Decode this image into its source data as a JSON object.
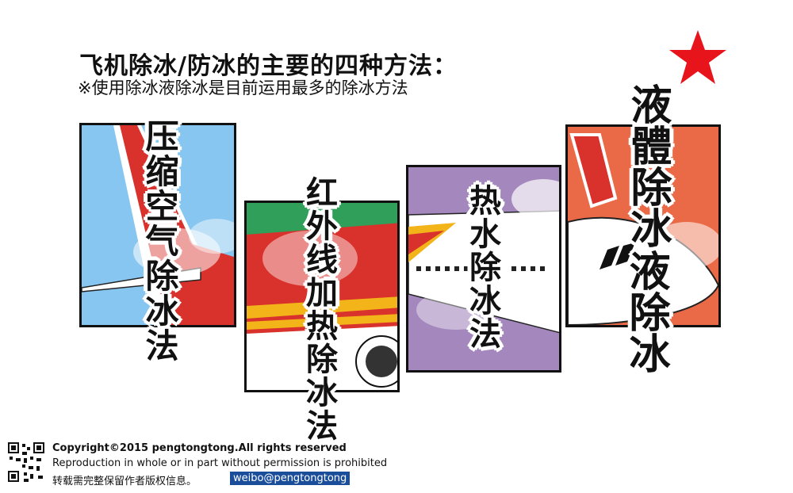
{
  "header": {
    "title": "飞机除冰/防冰的主要的四种方法：",
    "subtitle": "※使用除冰液除冰是目前运用最多的除冰方法"
  },
  "panels": [
    {
      "label": "压缩空气除冰法",
      "background": "#87c6f0"
    },
    {
      "label": "红外线加热除冰法",
      "background": "#2f9f5a"
    },
    {
      "label": "热水除冰法",
      "background": "#a387bd"
    },
    {
      "label_col1": "液體除冰",
      "label_col2": "液除冰",
      "background": "#ea6a48"
    }
  ],
  "colors": {
    "fuselage_red": "#d9312b",
    "stripe_yellow": "#f2b418",
    "star_red": "#e8141b",
    "weibo_bg": "#1a4d9a"
  },
  "icons": {
    "star": "red-star-icon",
    "qr": "qr-code-icon"
  },
  "footer": {
    "copyright": "Copyright©2015 pengtongtong.All rights reserved",
    "reproduction": "Reproduction in whole or in part without permission is prohibited",
    "repost": "转载需完整保留作者版权信息。",
    "weibo": "weibo@pengtongtong"
  }
}
